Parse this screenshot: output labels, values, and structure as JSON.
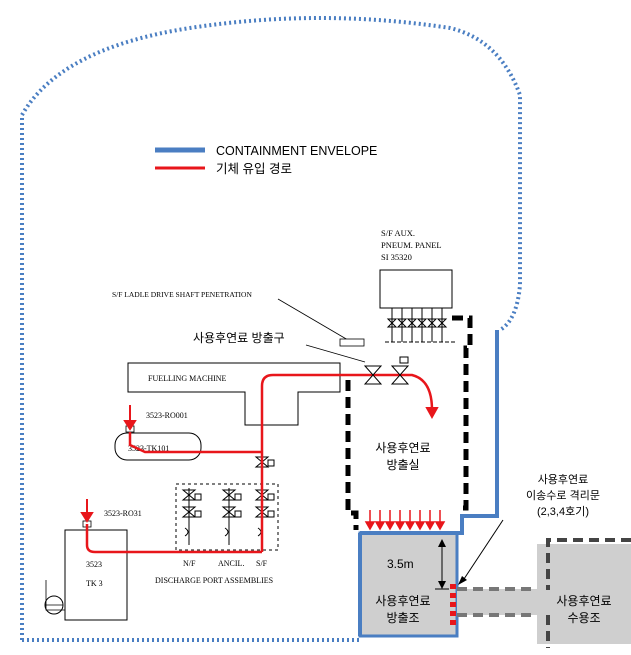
{
  "legend": {
    "containment_label": "CONTAINMENT ENVELOPE",
    "gas_path_label": "기체 유입 경로"
  },
  "labels": {
    "sf_aux_panel": [
      "S/F AUX.",
      "PNEUM. PANEL",
      "SI 35320"
    ],
    "ladle_penetration": "S/F LADLE DRIVE SHAFT PENETRATION",
    "sf_discharge_port": "사용후연료 방출구",
    "fuelling_machine": "FUELLING MACHINE",
    "ro001": "3523-RO001",
    "tk101": "3523-TK101",
    "ro31": "3523-RO31",
    "tank_number": "3523",
    "tk3": "TK 3",
    "port_nf": "N/F",
    "port_ancil": "ANCIL.",
    "port_sf": "S/F",
    "discharge_port_assemblies": "DISCHARGE PORT ASSEMBLIES",
    "discharge_room": [
      "사용후연료",
      "방출실"
    ],
    "isolation_gate": [
      "사용후연료",
      "이송수로 격리문",
      "(2,3,4호기)"
    ],
    "depth": "3.5m",
    "discharge_bay": [
      "사용후연료",
      "방출조"
    ],
    "storage_bay": [
      "사용후연료",
      "수용조"
    ]
  },
  "colors": {
    "containment": "#4a7ec2",
    "gas_path": "#e8161b",
    "pool_fill": "#cfcfcf",
    "line": "#000000"
  }
}
